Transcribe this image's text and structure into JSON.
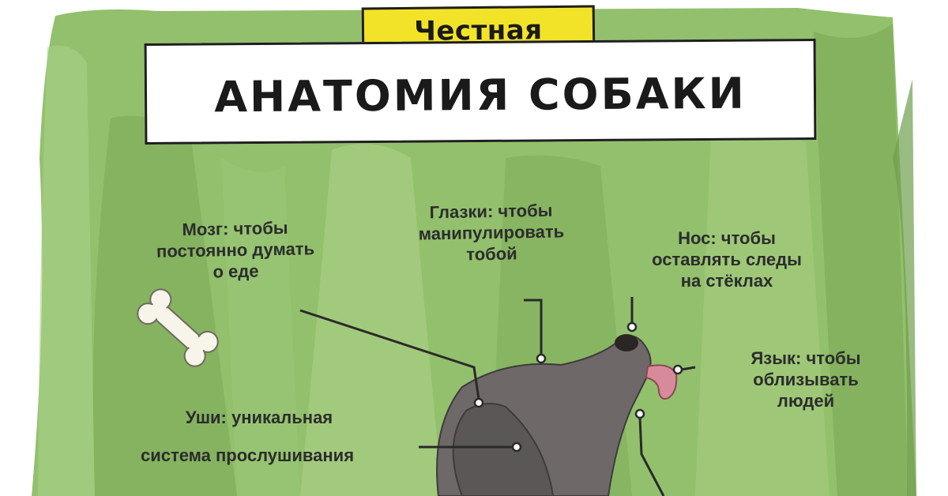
{
  "header": {
    "tag": "Честная",
    "title": "АНАТОМИЯ СОБАКИ"
  },
  "labels": {
    "brain": [
      "Мозг: чтобы",
      "постоянно думать",
      "о еде"
    ],
    "eyes": [
      "Глазки: чтобы",
      "манипулировать",
      "тобой"
    ],
    "nose": [
      "Нос: чтобы",
      "оставлять следы",
      "на стёклах"
    ],
    "tongue": [
      "Язык: чтобы",
      "облизывать",
      "людей"
    ],
    "ears": [
      "Уши: уникальная",
      "система прослушивания"
    ]
  },
  "colors": {
    "background_green": "#8fbf6a",
    "tag_yellow": "#f3e328",
    "dog_fur": "#6e6868",
    "tongue": "#d98a9a"
  },
  "icons": {
    "bone": "bone-icon"
  }
}
